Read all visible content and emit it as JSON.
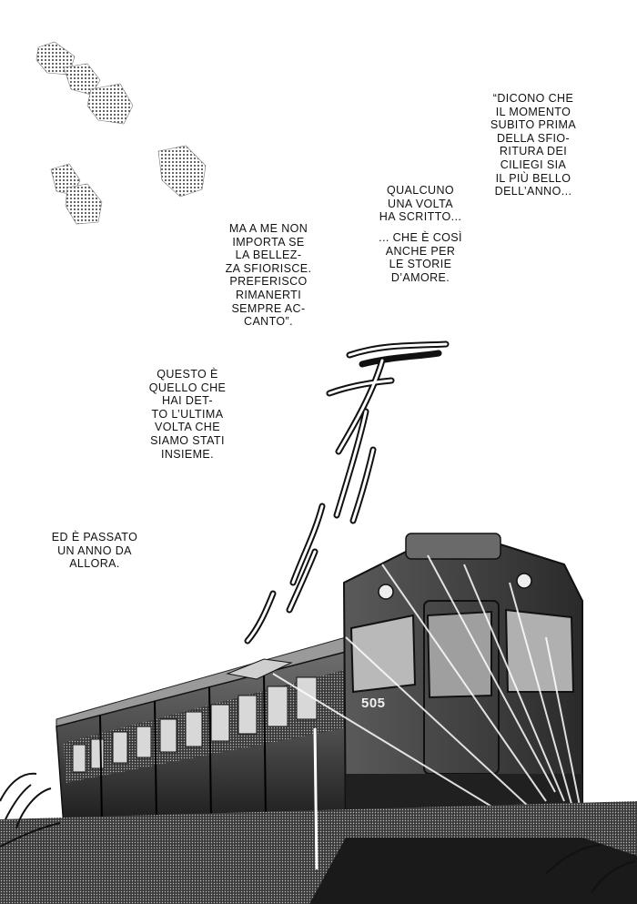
{
  "captions": {
    "dicono": [
      "“DICONO CHE",
      "IL MOMENTO",
      "SUBITO PRIMA",
      "DELLA SFIO-",
      "RITURA DEI",
      "CILIEGI SIA",
      "IL PIÙ BELLO",
      "DELL’ANNO..."
    ],
    "qualcuno": [
      "QUALCUNO",
      "UNA VOLTA",
      "HA SCRITTO..."
    ],
    "anche": [
      "... CHE È COSÌ",
      "ANCHE PER",
      "LE STORIE",
      "D’AMORE."
    ],
    "bellezza": [
      "MA A ME NON",
      "IMPORTA SE",
      "LA BELLEZ-",
      "ZA SFIORISCE.",
      "PREFERISCO",
      "RIMANERTI",
      "SEMPRE AC-",
      "CANTO”."
    ],
    "questo": [
      "QUESTO È",
      "QUELLO CHE",
      "HAI DET-",
      "TO L’ULTIMA",
      "VOLTA CHE",
      "SIAMO STATI",
      "INSIEME."
    ],
    "passato": [
      "ED È PASSATO",
      "UN ANNO DA",
      "ALLORA."
    ]
  },
  "train": {
    "number": "505"
  },
  "colors": {
    "ink": "#111111",
    "paper": "#ffffff",
    "tone": "#8a8a8a"
  }
}
